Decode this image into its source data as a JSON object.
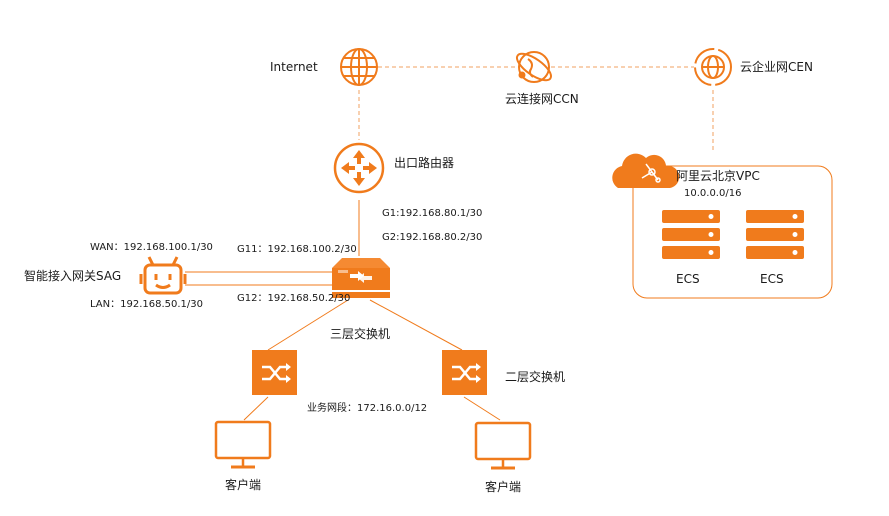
{
  "colors": {
    "accent": "#f07b1c",
    "line": "#f0a060",
    "text": "#1a1a1a"
  },
  "nodes": {
    "internet": {
      "label": "Internet",
      "icon": "globe-icon"
    },
    "ccn": {
      "label": "云连接网CCN",
      "icon": "globe-orbit-icon"
    },
    "cen": {
      "label": "云企业网CEN",
      "icon": "globe-icon"
    },
    "router": {
      "label": "出口路由器",
      "icon": "router-icon"
    },
    "vpc": {
      "label": "阿里云北京VPC",
      "cidr": "10.0.0.0/16",
      "icon": "cloud-icon"
    },
    "ecs": [
      {
        "label": "ECS",
        "icon": "server-icon"
      },
      {
        "label": "ECS",
        "icon": "server-icon"
      }
    ],
    "sag": {
      "label": "智能接入网关SAG",
      "wan": "WAN：192.168.100.1/30",
      "lan": "LAN：192.168.50.1/30",
      "icon": "sag-icon"
    },
    "l3switch": {
      "label": "三层交换机",
      "g1": "G1:192.168.80.1/30",
      "g2": "G2:192.168.80.2/30",
      "g11": "G11：192.168.100.2/30",
      "g12": "G12：192.168.50.2/30",
      "icon": "l3-switch-icon"
    },
    "l2switch_left": {
      "icon": "switch-icon"
    },
    "l2switch_right": {
      "label": "二层交换机",
      "icon": "switch-icon"
    },
    "segment": {
      "label": "业务网段：172.16.0.0/12"
    },
    "clients": [
      {
        "label": "客户端",
        "icon": "monitor-icon"
      },
      {
        "label": "客户端",
        "icon": "monitor-icon"
      }
    ]
  }
}
